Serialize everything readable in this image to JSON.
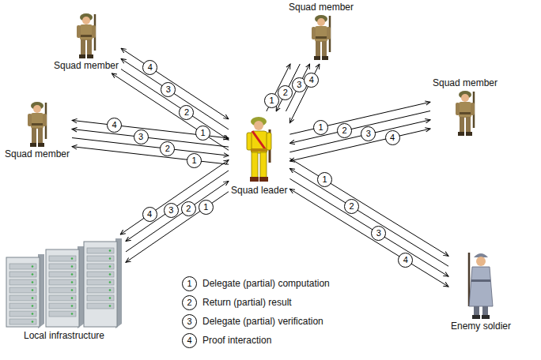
{
  "diagram": {
    "nodes": [
      {
        "text": [
          "Squad member"
        ]
      },
      {
        "text": [
          "Squad member"
        ]
      },
      {
        "text": [
          "Squad member"
        ]
      },
      {
        "text": [
          "Squad member"
        ]
      },
      {
        "text": [
          "Squad leader"
        ]
      },
      {
        "text": [
          "Local infrastructure"
        ]
      },
      {
        "text": [
          "Enemy soldier"
        ]
      }
    ],
    "edges": [
      {
        "from": 4,
        "to": 0,
        "label": "1",
        "arrow": "to"
      },
      {
        "from": 0,
        "to": 4,
        "label": "2",
        "arrow": "to"
      },
      {
        "from": 4,
        "to": 0,
        "label": "3",
        "arrow": "to"
      },
      {
        "from": 4,
        "to": 0,
        "label": "4",
        "arrow": "both"
      },
      {
        "from": 4,
        "to": 1,
        "label": "1",
        "arrow": "to"
      },
      {
        "from": 1,
        "to": 4,
        "label": "2",
        "arrow": "to"
      },
      {
        "from": 4,
        "to": 1,
        "label": "3",
        "arrow": "to"
      },
      {
        "from": 4,
        "to": 1,
        "label": "4",
        "arrow": "both"
      },
      {
        "from": 4,
        "to": 2,
        "label": "1",
        "arrow": "to"
      },
      {
        "from": 2,
        "to": 4,
        "label": "2",
        "arrow": "to"
      },
      {
        "from": 4,
        "to": 2,
        "label": "3",
        "arrow": "to"
      },
      {
        "from": 4,
        "to": 2,
        "label": "4",
        "arrow": "both"
      },
      {
        "from": 4,
        "to": 3,
        "label": "1",
        "arrow": "to"
      },
      {
        "from": 3,
        "to": 4,
        "label": "2",
        "arrow": "to"
      },
      {
        "from": 4,
        "to": 3,
        "label": "3",
        "arrow": "to"
      },
      {
        "from": 4,
        "to": 3,
        "label": "4",
        "arrow": "both"
      },
      {
        "from": 4,
        "to": 5,
        "label": "1",
        "arrow": "to"
      },
      {
        "from": 5,
        "to": 4,
        "label": "2",
        "arrow": "to"
      },
      {
        "from": 4,
        "to": 5,
        "label": "3",
        "arrow": "to"
      },
      {
        "from": 4,
        "to": 5,
        "label": "4",
        "arrow": "both"
      },
      {
        "from": 4,
        "to": 6,
        "label": "1",
        "arrow": "to"
      },
      {
        "from": 6,
        "to": 4,
        "label": "2",
        "arrow": "to"
      },
      {
        "from": 4,
        "to": 6,
        "label": "3",
        "arrow": "to"
      },
      {
        "from": 4,
        "to": 6,
        "label": "4",
        "arrow": "both"
      }
    ],
    "labels": [
      "1",
      "2",
      "3",
      "4"
    ],
    "legend": [
      {
        "text": "Delegate (partial) computation"
      },
      {
        "text": "Return (partial) result"
      },
      {
        "text": "Delegate (partial) verification"
      },
      {
        "text": "Proof interaction"
      }
    ]
  }
}
